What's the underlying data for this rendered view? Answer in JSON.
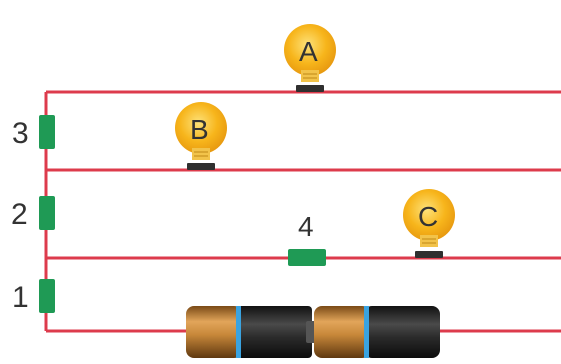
{
  "colors": {
    "wire": "#dd3b4c",
    "switch": "#1f9a55",
    "bulb_glass": "#f7b51b",
    "bulb_glow": "#fbd14d",
    "bulb_base": "#2f2f2f",
    "battery_copper": "#c8883a",
    "battery_body": "#2b2b2b",
    "battery_band": "#3aa3e0"
  },
  "bulbs": [
    {
      "id": "A",
      "label": "A",
      "icon": "light-bulb-icon"
    },
    {
      "id": "B",
      "label": "B",
      "icon": "light-bulb-icon"
    },
    {
      "id": "C",
      "label": "C",
      "icon": "light-bulb-icon"
    }
  ],
  "switches": [
    {
      "id": "1",
      "label": "1"
    },
    {
      "id": "2",
      "label": "2"
    },
    {
      "id": "3",
      "label": "3"
    },
    {
      "id": "4",
      "label": "4"
    }
  ],
  "battery": {
    "cells": 2,
    "icon": "battery-icon"
  }
}
